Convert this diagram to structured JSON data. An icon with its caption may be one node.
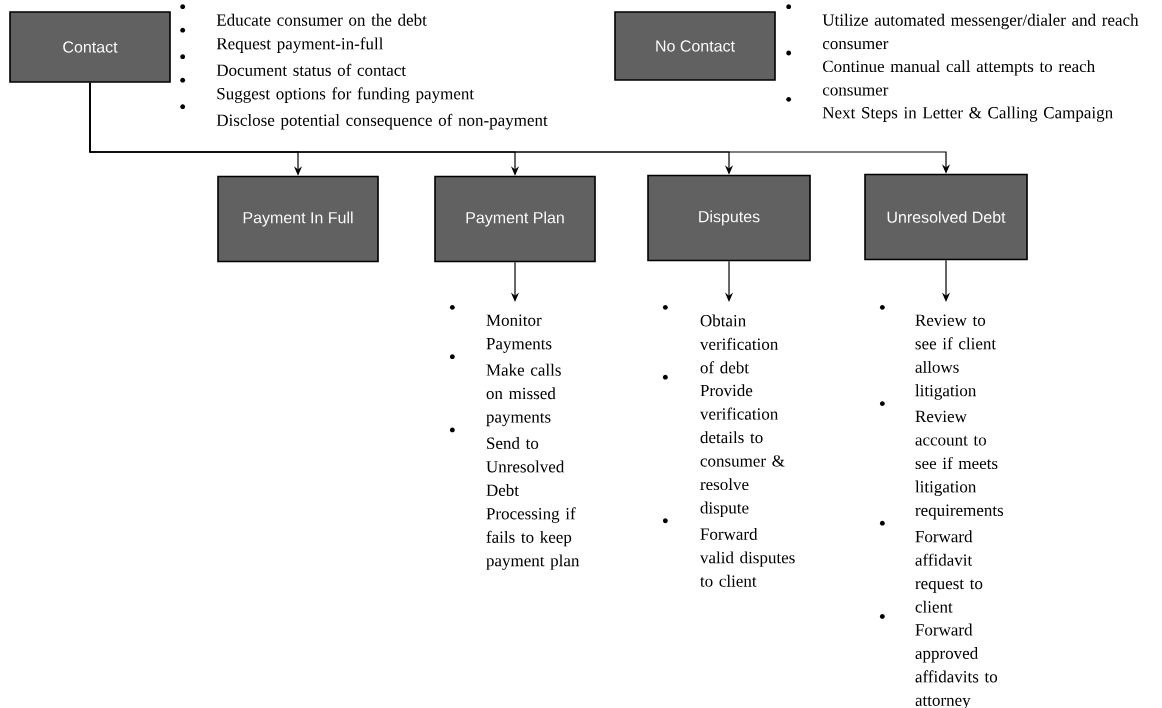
{
  "diagram": {
    "nodes": [
      {
        "text": [
          "Contact"
        ],
        "beside": [
          "Educate consumer on the debt",
          "Request payment-in-full",
          "Document status of contact",
          "Suggest options for funding payment",
          "Disclose potential consequence of non-payment"
        ]
      },
      {
        "text": [
          "No Contact"
        ],
        "beside": [
          "Utilize automated messenger/dialer and reach consumer",
          "Continue manual call attempts to reach consumer",
          "Next Steps in Letter & Calling Campaign"
        ]
      },
      {
        "text": [
          "Payment In Full"
        ]
      },
      {
        "text": [
          "Payment Plan"
        ]
      },
      {
        "text": [
          "Disputes"
        ]
      },
      {
        "text": [
          "Unresolved Debt"
        ]
      },
      {
        "text": [
          "Monitor Payments",
          "Make calls on missed payments",
          "Send to Unresolved Debt Processing if fails to keep payment plan"
        ]
      },
      {
        "text": [
          "Obtain verification of debt",
          "Provide verification details to consumer & resolve dispute",
          "Forward valid disputes to client"
        ]
      },
      {
        "text": [
          "Review to see if client allows litigation",
          "Review account to see if meets litigation requirements",
          "Forward affidavit request to client",
          "Forward approved affidavits to attorney"
        ]
      }
    ],
    "edges": [
      {
        "from": 0,
        "to": 2,
        "arrow": "to"
      },
      {
        "from": 0,
        "to": 3,
        "arrow": "to"
      },
      {
        "from": 0,
        "to": 4,
        "arrow": "to"
      },
      {
        "from": 0,
        "to": 5,
        "arrow": "to"
      },
      {
        "from": 3,
        "to": 6,
        "arrow": "to"
      },
      {
        "from": 4,
        "to": 7,
        "arrow": "to"
      },
      {
        "from": 5,
        "to": 8,
        "arrow": "to"
      }
    ]
  }
}
